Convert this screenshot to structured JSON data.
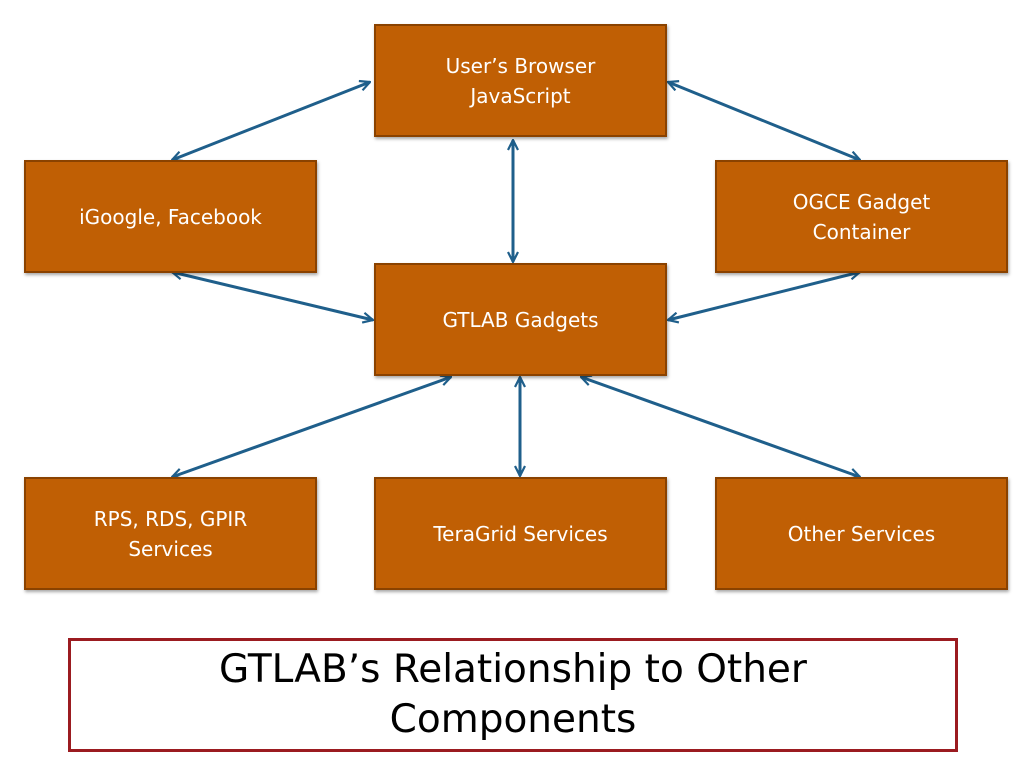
{
  "nodes": {
    "browser": "User’s Browser\nJavaScript",
    "igoogle": "iGoogle, Facebook",
    "ogce": "OGCE Gadget\nContainer",
    "gtlab": "GTLAB Gadgets",
    "rps": "RPS, RDS, GPIR\nServices",
    "teragrid": "TeraGrid Services",
    "other": "Other Services"
  },
  "caption": "GTLAB’s Relationship to Other\nComponents",
  "colors": {
    "node_fill": "#c05f04",
    "node_border": "#8a4200",
    "arrow": "#1f5f8b",
    "caption_border": "#9b1b20"
  }
}
